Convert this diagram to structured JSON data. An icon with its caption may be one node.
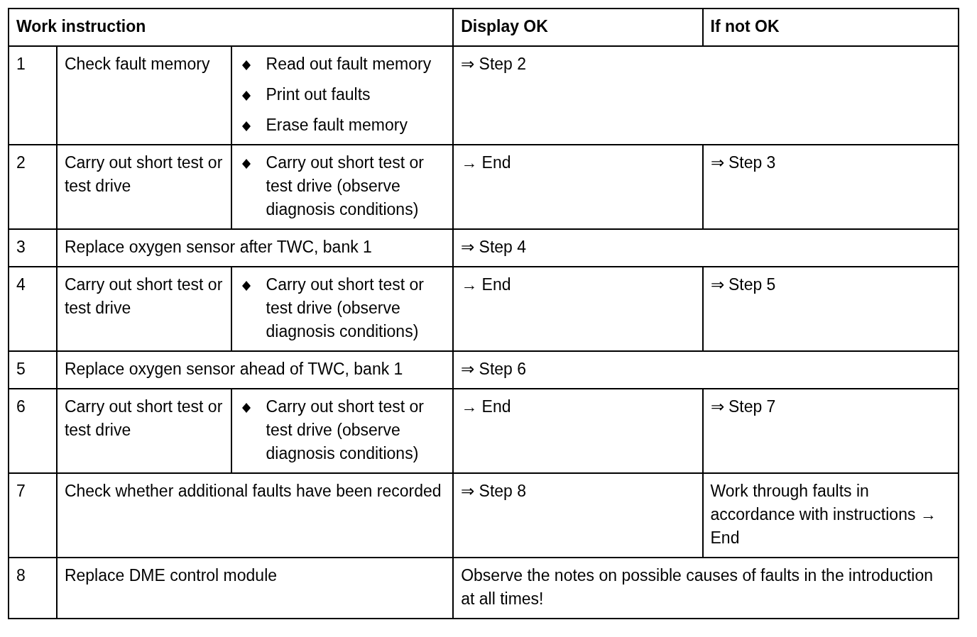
{
  "diagram": {
    "labels": [
      "Work instruction",
      "Display OK",
      "If not OK",
      "1",
      "Check fault memory",
      "Read out fault memory",
      "Print out faults",
      "Erase fault memory",
      "⇒ Step 2",
      "2",
      "Carry out short test or test drive",
      "Carry out short test or test drive (observe diagnosis conditions)",
      "→ End",
      "⇒ Step 3",
      "3",
      "Replace oxygen sensor after TWC, bank 1",
      "⇒ Step 4",
      "4",
      "Carry out short test or test drive",
      "Carry out short test or test drive (observe diagnosis conditions)",
      "→ End",
      "⇒ Step 5",
      "5",
      "Replace oxygen sensor ahead of TWC, bank 1",
      "⇒ Step 6",
      "6",
      "Carry out short test or test drive",
      "Carry out short test or test drive (observe diagnosis conditions)",
      "→ End",
      "⇒ Step 7",
      "7",
      "Check whether additional faults have been recorded",
      "⇒ Step 8",
      "Work through faults in accordance with instructions → End",
      "8",
      "Replace DME control module",
      "Observe the notes on possible causes of faults in the introduction at all times!"
    ]
  }
}
